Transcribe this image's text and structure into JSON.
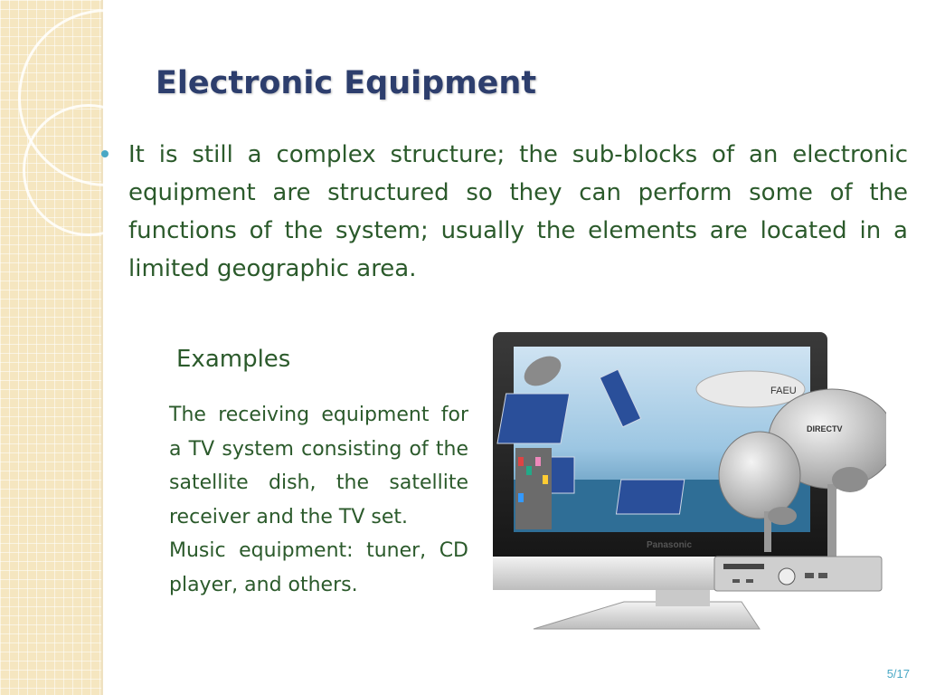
{
  "slide": {
    "title": "Electronic Equipment",
    "bullet_text": "It is still a complex structure; the sub-blocks of an electronic equipment are structured so they can perform some of the functions of the system; usually the elements are located in a limited geographic area.",
    "examples_label": "Examples",
    "examples": [
      "The receiving equipment for a TV system consisting of the satellite dish, the satellite receiver and the TV set.",
      "Music equipment: tuner, CD player, and others."
    ],
    "page_number": "5/17"
  },
  "image": {
    "tv_brand": "Panasonic",
    "dish_brand": "DIRECTV",
    "blimp_label": "FAEU"
  },
  "colors": {
    "title": "#2d3e6d",
    "body_text": "#2b5a2b",
    "bullet": "#4aa8c5",
    "band": "#f5e6c0"
  }
}
